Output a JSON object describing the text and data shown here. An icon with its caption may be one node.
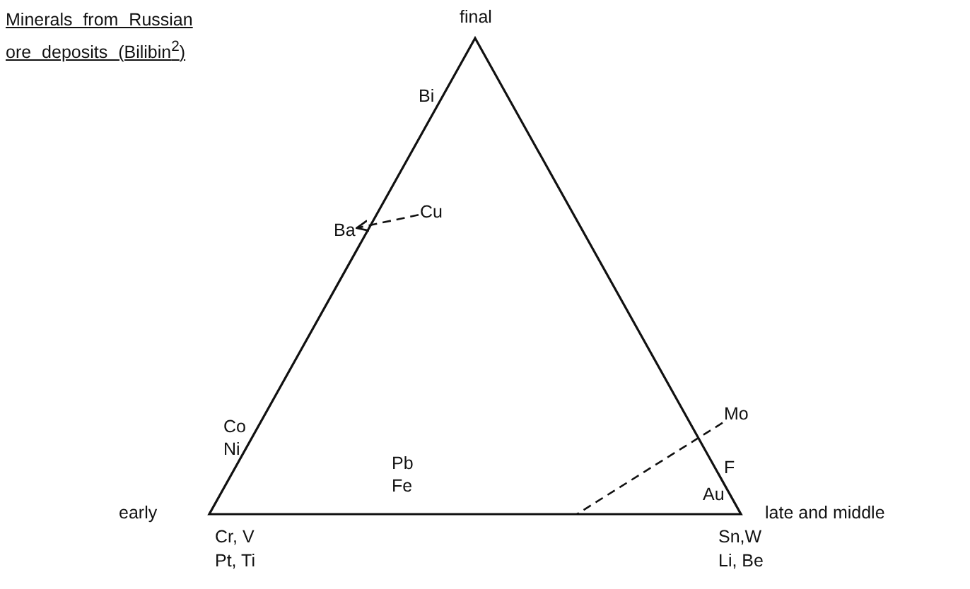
{
  "diagram": {
    "title": "Minerals from Russian ore deposits (Bilibin$^{2}$)",
    "nodes": [
      {
        "text": [
          "Ba"
        ]
      },
      {
        "text": [
          "Cu"
        ]
      },
      {
        "text": [
          "Mo"
        ]
      }
    ],
    "edges": [
      {
        "from": 1,
        "to": 0,
        "arrow": "to",
        "style": "dashed"
      },
      {
        "from": 2,
        "to": null,
        "arrow": "none",
        "style": "dashed"
      }
    ],
    "labels": [
      "final",
      "Bi",
      "Co",
      "Ni",
      "Pb",
      "Fe",
      "early",
      "Cr, V",
      "Pt, Ti",
      "F",
      "Au",
      "late and middle",
      "Sn,W",
      "Li, Be"
    ]
  }
}
